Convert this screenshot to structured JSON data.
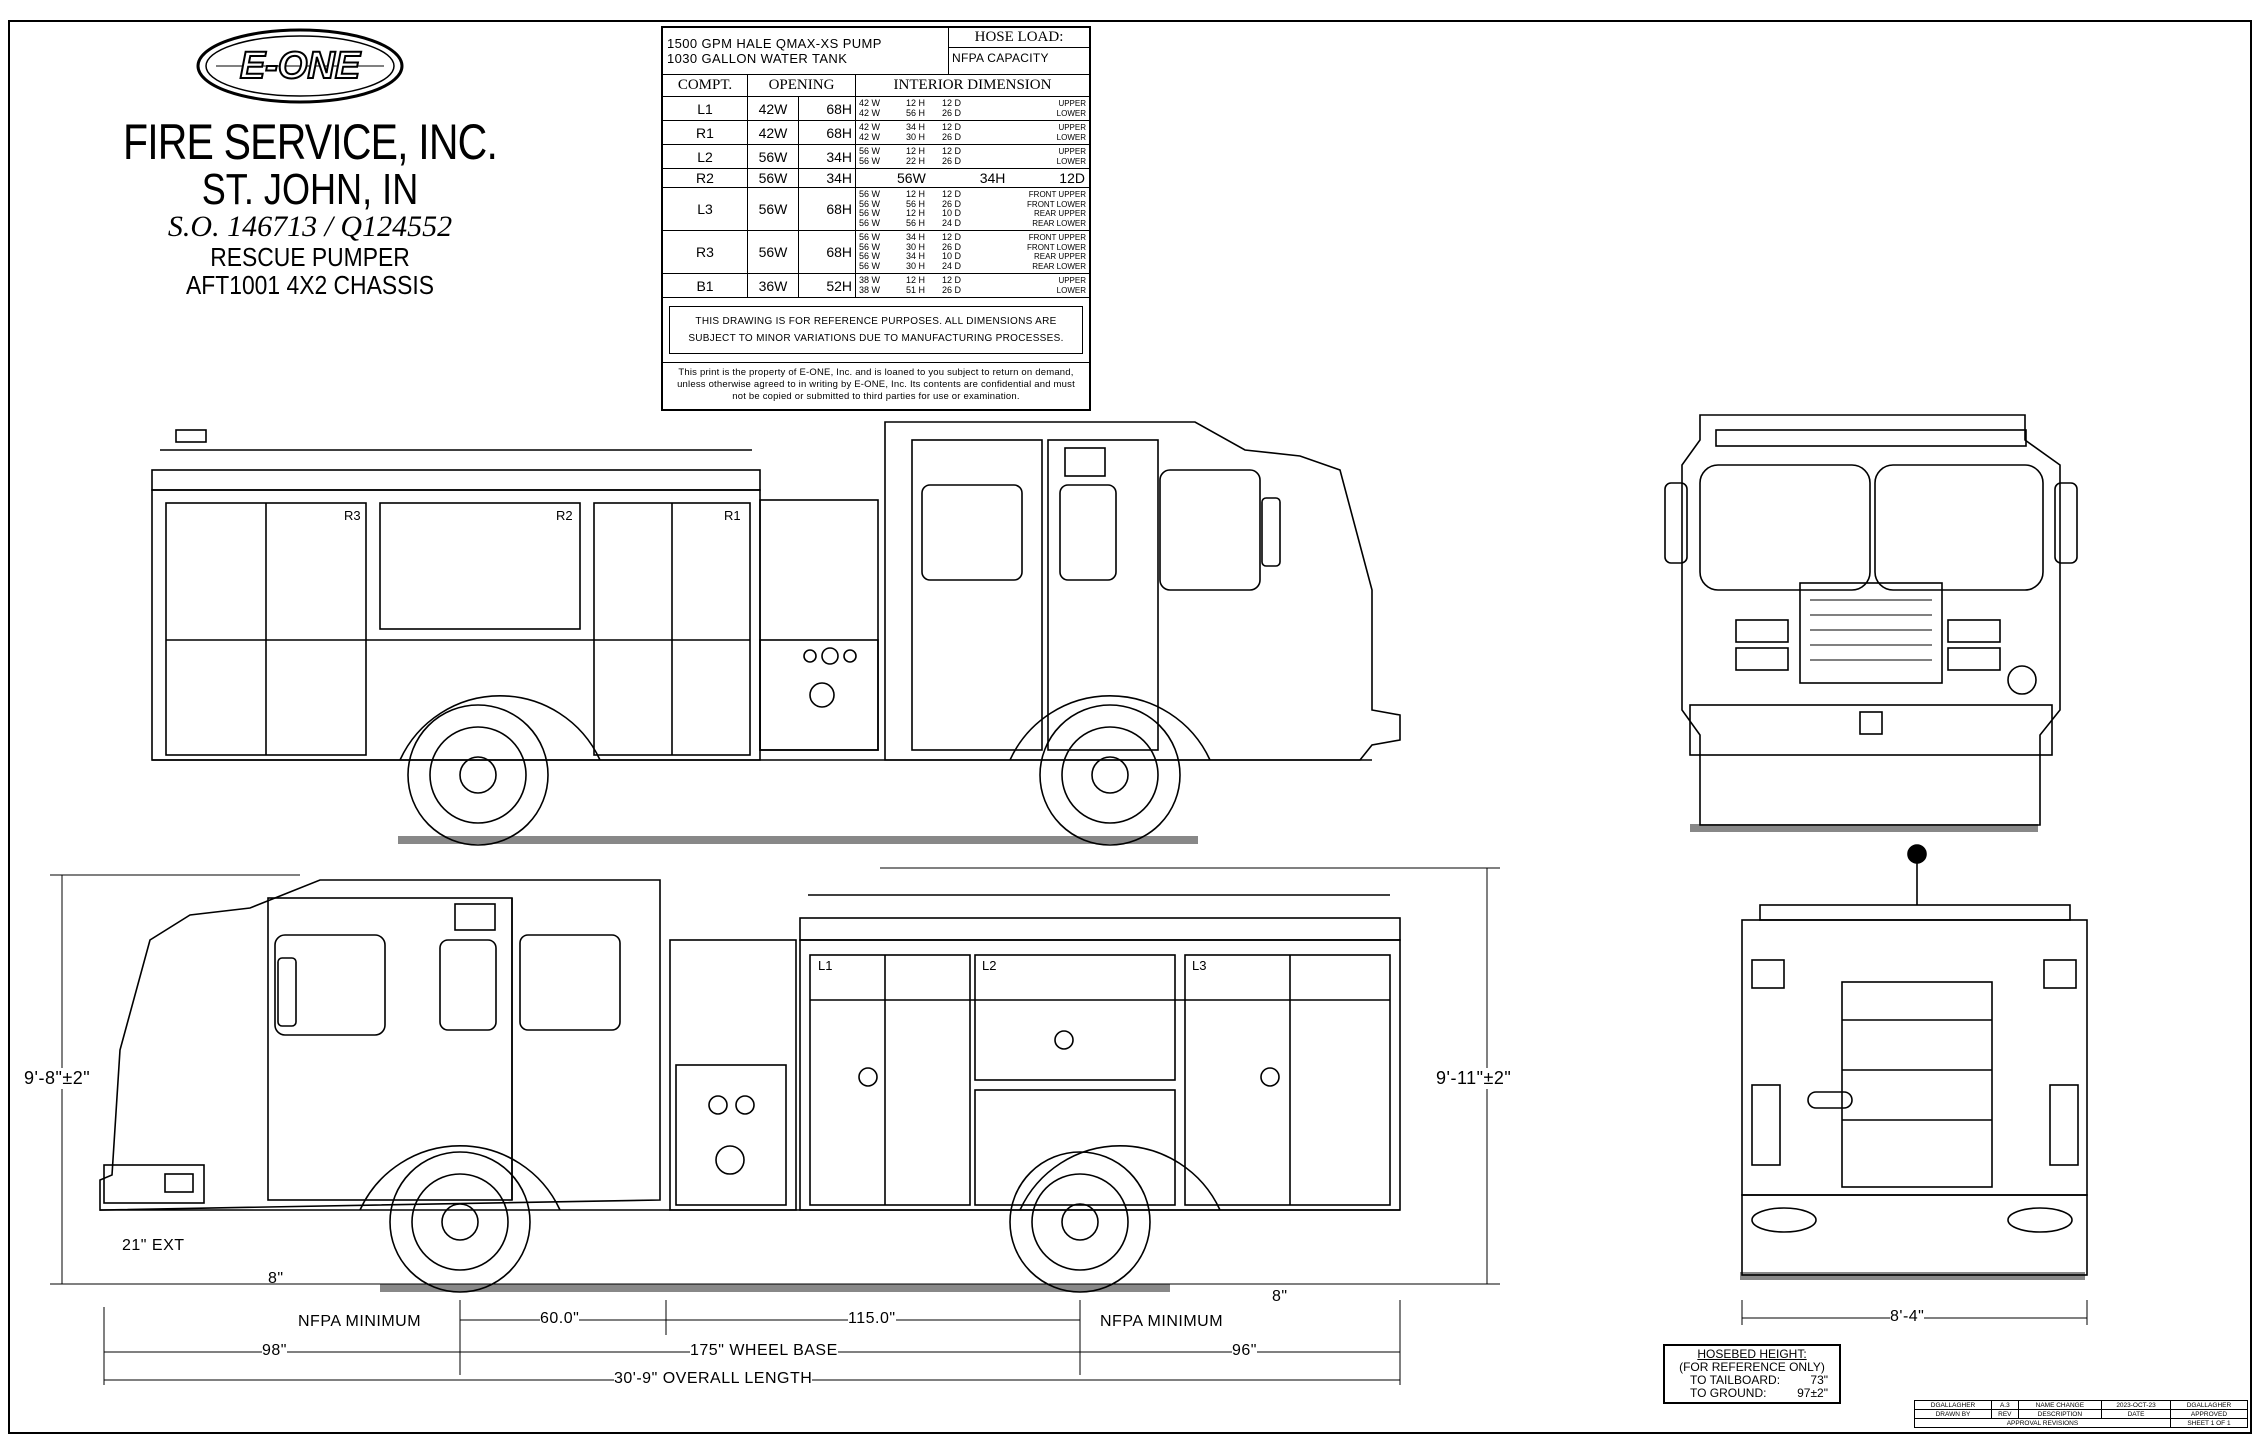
{
  "brand": {
    "logo_text": "E-ONE"
  },
  "title_block": {
    "company": "FIRE SERVICE, INC.",
    "location": "ST. JOHN, IN",
    "order": "S.O. 146713 / Q124552",
    "apparatus": "RESCUE PUMPER",
    "chassis": "AFT1001 4X2 CHASSIS"
  },
  "spec_sheet": {
    "pump": "1500 GPM HALE QMAX-XS PUMP",
    "tank": "1030 GALLON WATER TANK",
    "hose_load_title": "HOSE LOAD:",
    "hose_load_value": "NFPA CAPACITY",
    "headers": {
      "compartment": "COMPT.",
      "opening": "OPENING",
      "interior": "INTERIOR DIMENSION"
    },
    "rows": [
      {
        "comp": "L1",
        "w": "42W",
        "h": "68H",
        "dims": [
          [
            "42 W",
            "12 H",
            "12 D",
            "UPPER"
          ],
          [
            "42 W",
            "56 H",
            "26 D",
            "LOWER"
          ]
        ]
      },
      {
        "comp": "R1",
        "w": "42W",
        "h": "68H",
        "dims": [
          [
            "42 W",
            "34 H",
            "12 D",
            "UPPER"
          ],
          [
            "42 W",
            "30 H",
            "26 D",
            "LOWER"
          ]
        ]
      },
      {
        "comp": "L2",
        "w": "56W",
        "h": "34H",
        "dims": [
          [
            "56 W",
            "12 H",
            "12 D",
            "UPPER"
          ],
          [
            "56 W",
            "22 H",
            "26 D",
            "LOWER"
          ]
        ]
      },
      {
        "comp": "R2",
        "w": "56W",
        "h": "34H",
        "dims_big": [
          "56W",
          "34H",
          "12D"
        ]
      },
      {
        "comp": "L3",
        "w": "56W",
        "h": "68H",
        "dims": [
          [
            "56 W",
            "12 H",
            "12 D",
            "FRONT UPPER"
          ],
          [
            "56 W",
            "56 H",
            "26 D",
            "FRONT LOWER"
          ],
          [
            "56 W",
            "12 H",
            "10 D",
            "REAR UPPER"
          ],
          [
            "56 W",
            "56 H",
            "24 D",
            "REAR LOWER"
          ]
        ]
      },
      {
        "comp": "R3",
        "w": "56W",
        "h": "68H",
        "dims": [
          [
            "56 W",
            "34 H",
            "12 D",
            "FRONT UPPER"
          ],
          [
            "56 W",
            "30 H",
            "26 D",
            "FRONT LOWER"
          ],
          [
            "56 W",
            "34 H",
            "10 D",
            "REAR UPPER"
          ],
          [
            "56 W",
            "30 H",
            "24 D",
            "REAR LOWER"
          ]
        ]
      },
      {
        "comp": "B1",
        "w": "36W",
        "h": "52H",
        "dims": [
          [
            "38 W",
            "12 H",
            "12 D",
            "UPPER"
          ],
          [
            "38 W",
            "51 H",
            "26 D",
            "LOWER"
          ]
        ]
      }
    ],
    "note": "THIS DRAWING IS FOR REFERENCE PURPOSES. ALL DIMENSIONS ARE SUBJECT TO MINOR VARIATIONS DUE TO MANUFACTURING PROCESSES.",
    "property": "This print is the property of E-ONE, Inc. and is loaned to you subject to return on demand, unless otherwise agreed to in writing by E-ONE, Inc. Its contents are confidential and must not be copied or submitted to third parties for use or examination."
  },
  "side_view_right": {
    "doors": [
      "R3",
      "R2",
      "R1"
    ]
  },
  "side_view_left": {
    "doors": [
      "L1",
      "L2",
      "L3"
    ]
  },
  "dimensions": {
    "height_front": "9'-8\"±2\"",
    "height_rear": "9'-11\"±2\"",
    "front_ext": "21\" EXT",
    "ground_front": "8\"",
    "ground_rear": "8\"",
    "nfpa_min_front": "NFPA MINIMUM",
    "nfpa_min_rear": "NFPA MINIMUM",
    "seg_a": "60.0\"",
    "seg_b": "115.0\"",
    "front_overhang": "98\"",
    "wheelbase": "175\" WHEEL BASE",
    "rear_overhang": "96\"",
    "overall_length": "30'-9\" OVERALL LENGTH",
    "rear_width": "8'-4\""
  },
  "hosebed": {
    "title": "HOSEBED HEIGHT:",
    "subtitle": "(FOR REFERENCE ONLY)",
    "tailboard_label": "TO TAILBOARD:",
    "tailboard_value": "73\"",
    "ground_label": "TO GROUND:",
    "ground_value": "97±2\""
  },
  "revision_block": {
    "row1": [
      "DGALLAGHER",
      "A.3",
      "NAME CHANGE",
      "2023-OCT-23",
      "DGALLAGHER"
    ],
    "row2": [
      "DRAWN BY",
      "REV",
      "DESCRIPTION",
      "DATE",
      "APPROVED"
    ],
    "row3": [
      "APPROVAL REVISIONS",
      "SHEET 1 OF 1"
    ]
  }
}
